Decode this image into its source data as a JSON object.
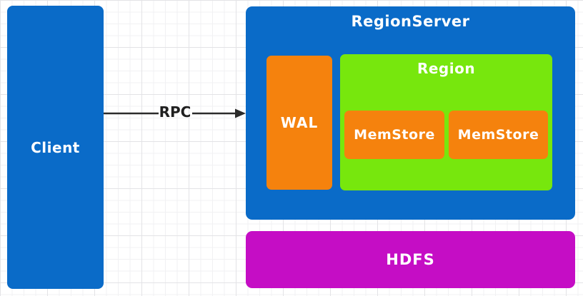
{
  "diagram": {
    "client": {
      "label": "Client"
    },
    "arrow": {
      "label": "RPC"
    },
    "regionserver": {
      "title": "RegionServer",
      "wal": {
        "label": "WAL"
      },
      "region": {
        "title": "Region",
        "memstores": [
          "MemStore",
          "MemStore"
        ]
      }
    },
    "hdfs": {
      "label": "HDFS"
    }
  },
  "colors": {
    "box-blue": "#0a6bc8",
    "box-orange": "#f5820d",
    "box-green": "#77e70d",
    "box-magenta": "#c50dc5",
    "arrow-color": "#2b2b2b",
    "label-light": "#ffffff",
    "label-dark": "#1f1f1f"
  }
}
